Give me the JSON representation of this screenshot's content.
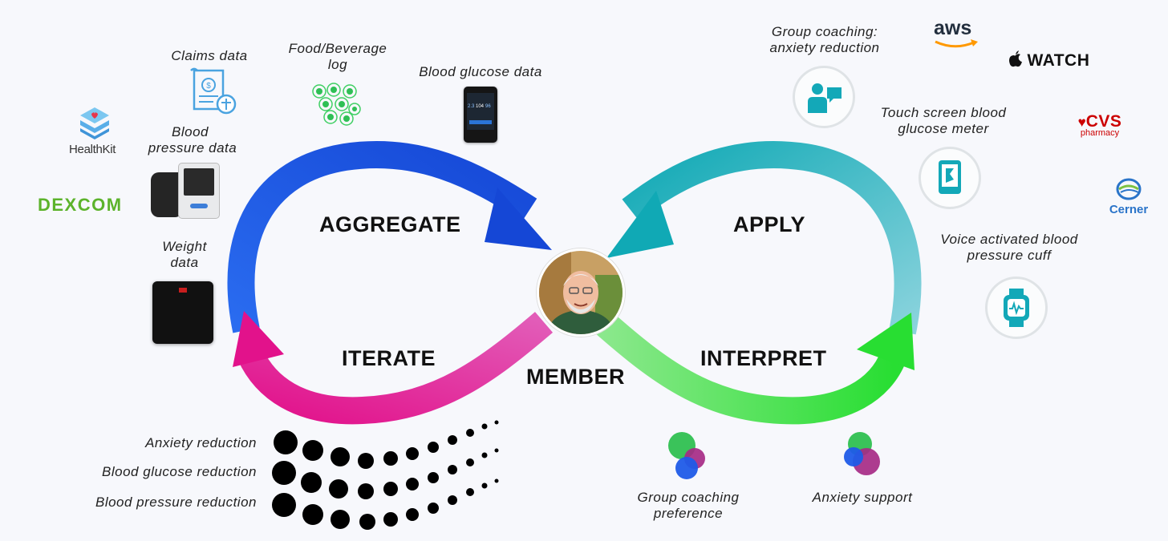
{
  "center": {
    "label": "MEMBER"
  },
  "stages": {
    "aggregate": "AGGREGATE",
    "apply": "APPLY",
    "iterate": "ITERATE",
    "interpret": "INTERPRET"
  },
  "left_inputs": {
    "claims": "Claims data",
    "food_line1": "Food/Beverage",
    "food_line2": "log",
    "glucose": "Blood glucose data",
    "bp_line1": "Blood",
    "bp_line2": "pressure data",
    "weight_line1": "Weight",
    "weight_line2": "data"
  },
  "right_outputs": {
    "coaching_line1": "Group coaching:",
    "coaching_line2": "anxiety reduction",
    "meter_line1": "Touch screen blood",
    "meter_line2": "glucose meter",
    "cuff_line1": "Voice activated blood",
    "cuff_line2": "pressure cuff"
  },
  "outcomes": [
    "Anxiety reduction",
    "Blood glucose reduction",
    "Blood pressure reduction"
  ],
  "insights": {
    "group_line1": "Group coaching",
    "group_line2": "preference",
    "anxiety": "Anxiety support"
  },
  "logos": {
    "healthkit": "HealthKit",
    "dexcom": "DEXCOM",
    "aws": "aws",
    "watch": "WATCH",
    "cvs": "CVS",
    "cvs_sub": "pharmacy",
    "cerner": "Cerner"
  },
  "meter_screen": {
    "v1": "2.3",
    "v2": "104",
    "v3": "96"
  },
  "colors": {
    "aggregate": "#1e56e0",
    "apply": "#1fb5bd",
    "iterate": "#e0158f",
    "interpret": "#33e23c",
    "teal_icon": "#13a8b8"
  }
}
